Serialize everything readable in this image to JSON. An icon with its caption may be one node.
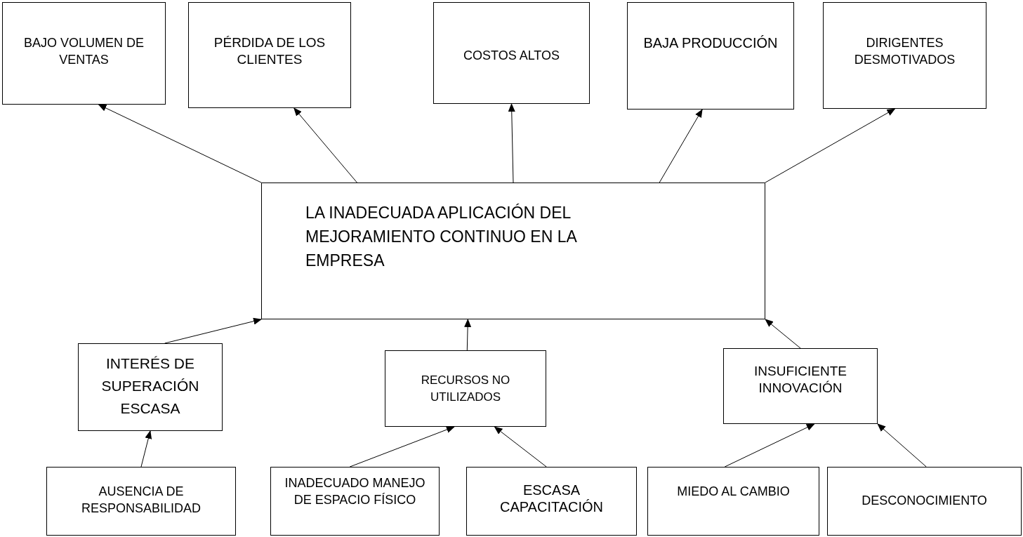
{
  "diagram": {
    "nodes": [
      {
        "text": [
          "BAJO VOLUMEN DE VENTAS"
        ]
      },
      {
        "text": [
          "PÉRDIDA DE LOS CLIENTES"
        ]
      },
      {
        "text": [
          "COSTOS ALTOS"
        ]
      },
      {
        "text": [
          "BAJA PRODUCCIÓN"
        ]
      },
      {
        "text": [
          "DIRIGENTES DESMOTIVADOS"
        ]
      },
      {
        "text": [
          "LA INADECUADA APLICACIÓN DEL MEJORAMIENTO CONTINUO EN LA EMPRESA"
        ]
      },
      {
        "text": [
          "INTERÉS DE SUPERACIÓN ESCASA"
        ]
      },
      {
        "text": [
          "RECURSOS NO UTILIZADOS"
        ]
      },
      {
        "text": [
          "INSUFICIENTE INNOVACIÓN"
        ]
      },
      {
        "text": [
          "AUSENCIA DE RESPONSABILIDAD"
        ]
      },
      {
        "text": [
          "INADECUADO MANEJO DE ESPACIO FÍSICO"
        ]
      },
      {
        "text": [
          "ESCASA CAPACITACIÓN"
        ]
      },
      {
        "text": [
          "MIEDO AL CAMBIO"
        ]
      },
      {
        "text": [
          "DESCONOCIMIENTO"
        ]
      }
    ],
    "edges": [
      {
        "from": 5,
        "to": 0,
        "arrow": "to"
      },
      {
        "from": 5,
        "to": 1,
        "arrow": "to"
      },
      {
        "from": 5,
        "to": 2,
        "arrow": "to"
      },
      {
        "from": 5,
        "to": 3,
        "arrow": "to"
      },
      {
        "from": 5,
        "to": 4,
        "arrow": "to"
      },
      {
        "from": 6,
        "to": 5,
        "arrow": "to"
      },
      {
        "from": 7,
        "to": 5,
        "arrow": "to"
      },
      {
        "from": 8,
        "to": 5,
        "arrow": "to"
      },
      {
        "from": 9,
        "to": 6,
        "arrow": "to"
      },
      {
        "from": 10,
        "to": 7,
        "arrow": "to"
      },
      {
        "from": 11,
        "to": 7,
        "arrow": "to"
      },
      {
        "from": 12,
        "to": 8,
        "arrow": "to"
      },
      {
        "from": 13,
        "to": 8,
        "arrow": "to"
      }
    ]
  }
}
